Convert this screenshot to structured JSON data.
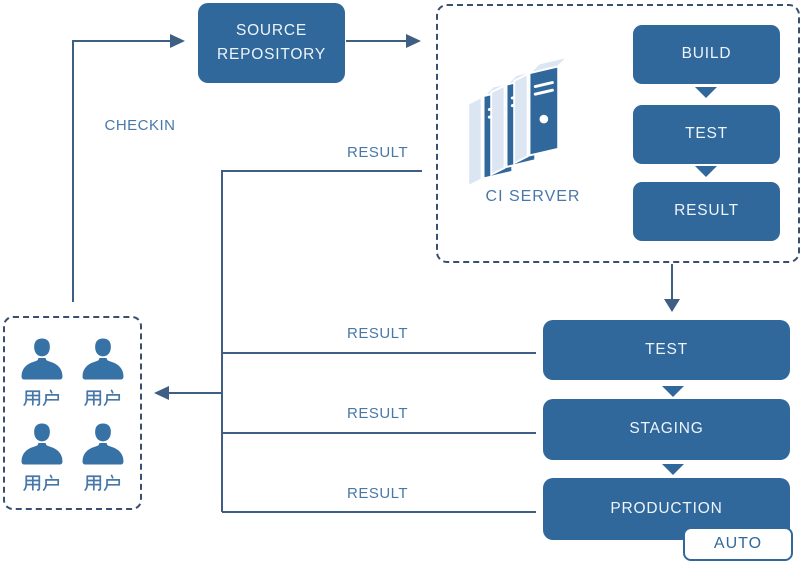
{
  "colors": {
    "node_fill": "#31689B",
    "node_text": "#EDF4FA",
    "connector": "#3E5F83",
    "edge_label_text": "#4878A8",
    "dashed_border": "#3A4E6E",
    "server_side_light": "#DCE5F2",
    "person_fill": "#3772A6",
    "auto_border": "#31689B",
    "background": "#FFFFFF"
  },
  "nodes": {
    "source_repository": {
      "line1": "SOURCE",
      "line2": "REPOSITORY"
    },
    "ci_server": {
      "label": "CI SERVER",
      "steps": [
        "BUILD",
        "TEST",
        "RESULT"
      ]
    },
    "environments": [
      "TEST",
      "STAGING",
      "PRODUCTION"
    ],
    "auto_badge": "AUTO",
    "users": {
      "label": "用户",
      "count": 4
    }
  },
  "edge_labels": {
    "checkin": "CHECKIN",
    "result": "RESULT"
  }
}
